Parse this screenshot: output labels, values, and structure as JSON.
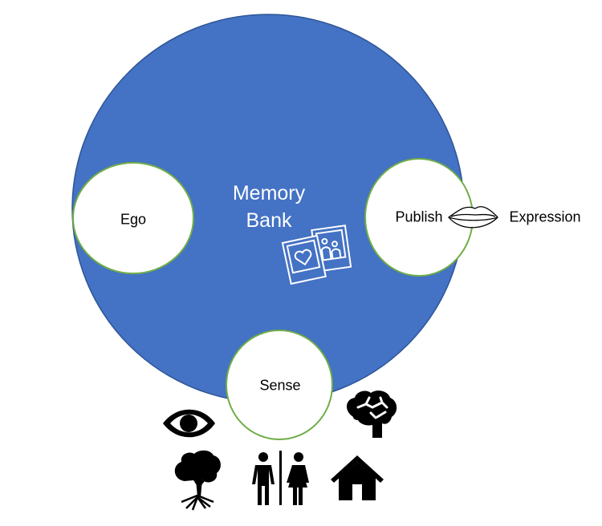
{
  "diagram": {
    "colors": {
      "memory_fill": "#4472C4",
      "memory_stroke": "#2F5597",
      "node_fill": "#FFFFFF",
      "node_stroke": "#70AD47",
      "icon": "#000000",
      "memory_text": "#FFFFFF"
    },
    "memory_bank": {
      "line1": "Memory",
      "line2": "Bank",
      "icon": "photos-icon"
    },
    "nodes": [
      {
        "id": "ego",
        "label": "Ego"
      },
      {
        "id": "publish",
        "label": "Publish"
      },
      {
        "id": "sense",
        "label": "Sense"
      }
    ],
    "expression": {
      "label": "Expression",
      "icon": "lips-icon"
    },
    "sense_icons": [
      "eye-icon",
      "brain-icon",
      "tree-icon",
      "people-icon",
      "house-icon"
    ]
  }
}
